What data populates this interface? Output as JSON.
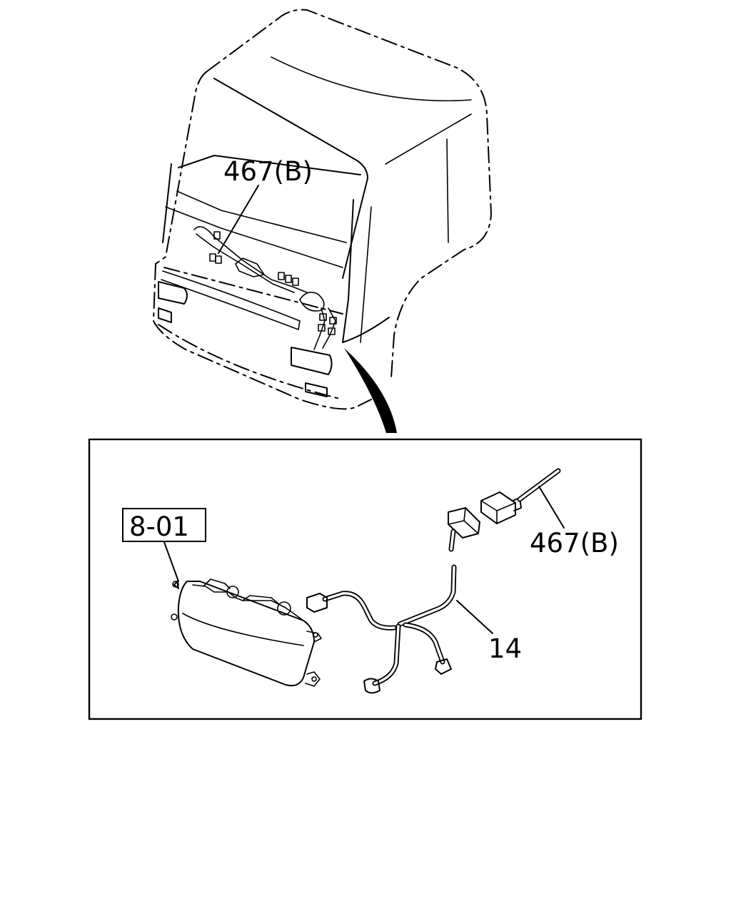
{
  "callouts": {
    "cab_harness": "467(B)",
    "headlamp_ref": "8-01",
    "harness_part": "14",
    "connector_harness": "467(B)"
  },
  "icons": [
    "truck-cab-drawing",
    "headlamp-drawing",
    "wire-harness-drawing",
    "connector-drawing"
  ]
}
